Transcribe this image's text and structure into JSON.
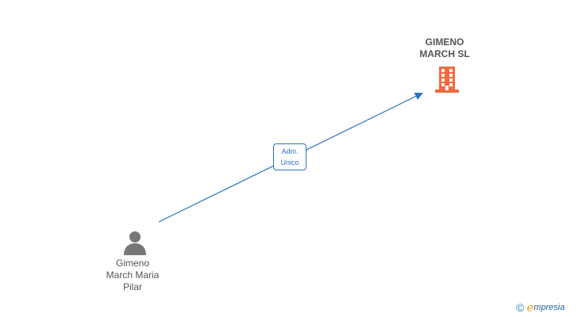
{
  "company": {
    "name_line1": "GIMENO",
    "name_line2": "MARCH SL",
    "icon": "building-icon",
    "color": "#f26a3d"
  },
  "person": {
    "name_line1": "Gimeno",
    "name_line2": "March Maria",
    "name_line3": "Pilar",
    "icon": "person-icon",
    "color": "#777777"
  },
  "relation": {
    "label_line1": "Adm.",
    "label_line2": "Unico",
    "color": "#2e6fbf"
  },
  "brand": {
    "copyright_symbol": "©",
    "logo_initial": "e",
    "logo_rest": "mpresia"
  }
}
